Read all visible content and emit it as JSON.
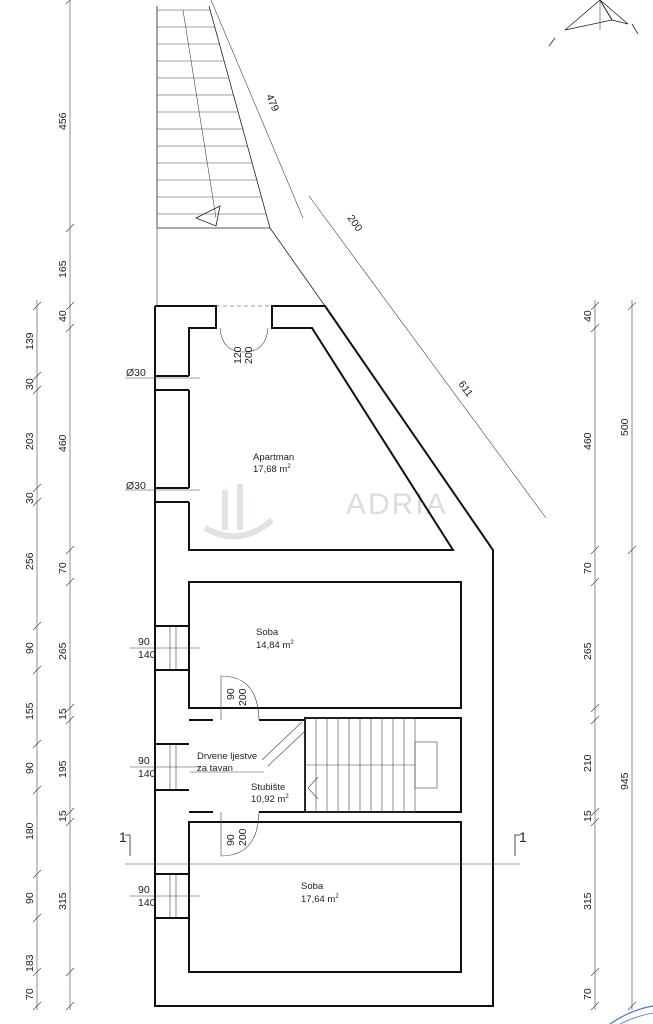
{
  "rooms": {
    "apartman": {
      "name": "Apartman",
      "area": "17,68 m",
      "sup": "2"
    },
    "soba1": {
      "name": "Soba",
      "area": "14,84 m",
      "sup": "2"
    },
    "stubiste": {
      "name": "Stubište",
      "area": "10,92 m",
      "sup": "2"
    },
    "soba2": {
      "name": "Soba",
      "area": "17,64 m",
      "sup": "2"
    },
    "ljestve": {
      "line1": "Drvene ljestve",
      "line2": "za tavan"
    }
  },
  "watermark": "ADRIA",
  "section_marker": "1",
  "vents": {
    "v1": "Ø30",
    "v2": "Ø30"
  },
  "openings": {
    "entry": {
      "w": "120",
      "h": "200"
    },
    "door1": {
      "w": "90",
      "h": "200"
    },
    "door2": {
      "w": "90",
      "h": "200"
    },
    "win1": {
      "w": "90",
      "h": "140"
    },
    "win2": {
      "w": "90",
      "h": "140"
    },
    "win3": {
      "w": "90",
      "h": "140"
    }
  },
  "dims": {
    "left_outer": {
      "d456": "456",
      "d165": "165",
      "d40": "40",
      "d139": "139",
      "d30a": "30",
      "d203": "203",
      "d30b": "30",
      "d256": "256",
      "d90a": "90",
      "d155": "155",
      "d90b": "90",
      "d180": "180",
      "d90c": "90",
      "d183": "183",
      "d70": "70"
    },
    "left_inner": {
      "d460": "460",
      "d70": "70",
      "d265": "265",
      "d15a": "15",
      "d195": "195",
      "d15b": "15",
      "d315": "315"
    },
    "right_inner": {
      "d40": "40",
      "d460": "460",
      "d70a": "70",
      "d265": "265",
      "d210": "210",
      "d15": "15",
      "d315": "315",
      "d70b": "70"
    },
    "right_outer": {
      "d500": "500",
      "d945": "945"
    },
    "diagonal": {
      "d479": "479",
      "d200": "200",
      "d611": "611"
    }
  }
}
